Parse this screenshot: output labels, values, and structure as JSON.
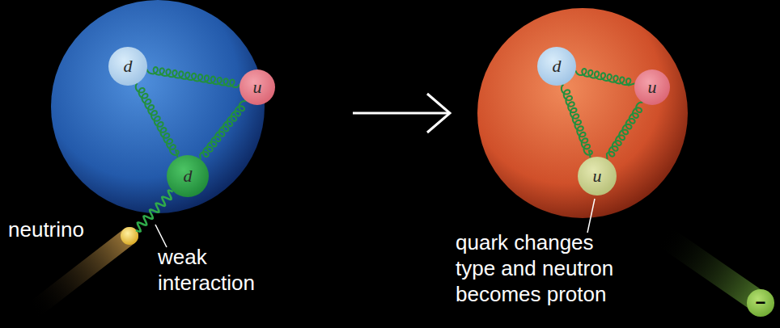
{
  "diagram": {
    "nodes": [
      {
        "text": [
          "d"
        ]
      },
      {
        "text": [
          "u"
        ]
      },
      {
        "text": [
          "d"
        ]
      },
      {
        "text": [
          "d"
        ]
      },
      {
        "text": [
          "u"
        ]
      },
      {
        "text": [
          "u"
        ]
      },
      {
        "text": [
          "−"
        ]
      }
    ],
    "edges": [
      {
        "from": 0,
        "to": 1,
        "arrow": "none"
      },
      {
        "from": 0,
        "to": 2,
        "arrow": "none"
      },
      {
        "from": 1,
        "to": 2,
        "arrow": "none"
      },
      {
        "from": 3,
        "to": 4,
        "arrow": "none"
      },
      {
        "from": 3,
        "to": 5,
        "arrow": "none"
      },
      {
        "from": 4,
        "to": 5,
        "arrow": "none"
      }
    ],
    "labels": [
      "neutrino",
      "weak interaction",
      "quark changes type and neutron becomes proton"
    ]
  }
}
